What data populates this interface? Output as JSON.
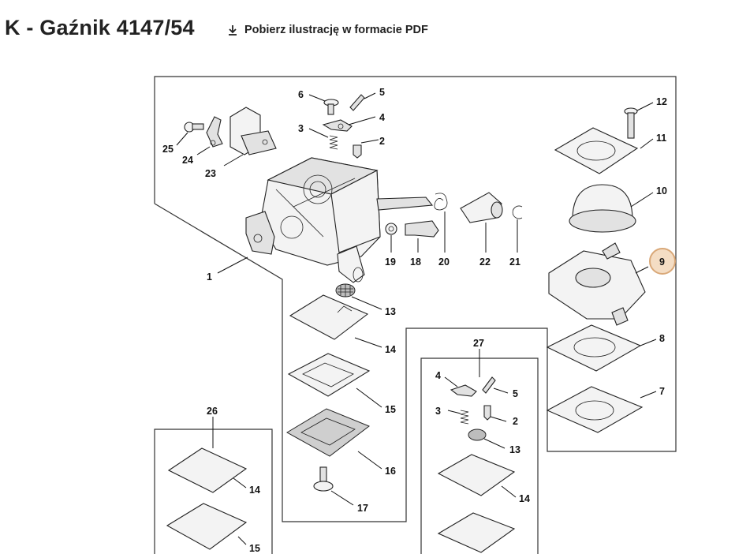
{
  "header": {
    "title": "K - Gaźnik 4147/54",
    "download_label": "Pobierz ilustrację w formacie PDF",
    "download_icon": "download-icon"
  },
  "diagram": {
    "highlight_color": "#d9a878",
    "highlighted_part": "9",
    "part_labels": {
      "p1": "1",
      "p2": "2",
      "p3": "3",
      "p4": "4",
      "p5": "5",
      "p6": "6",
      "p7": "7",
      "p8": "8",
      "p9": "9",
      "p10": "10",
      "p11": "11",
      "p12": "12",
      "p13": "13",
      "p14": "14",
      "p15": "15",
      "p16": "16",
      "p17": "17",
      "p18": "18",
      "p19": "19",
      "p20": "20",
      "p21": "21",
      "p22": "22",
      "p23": "23",
      "p24": "24",
      "p25": "25",
      "p26": "26",
      "p27": "27",
      "k27_2": "2",
      "k27_3": "3",
      "k27_4": "4",
      "k27_5": "5",
      "k27_13": "13",
      "k27_14": "14",
      "k26_14": "14",
      "k26_15": "15"
    }
  }
}
